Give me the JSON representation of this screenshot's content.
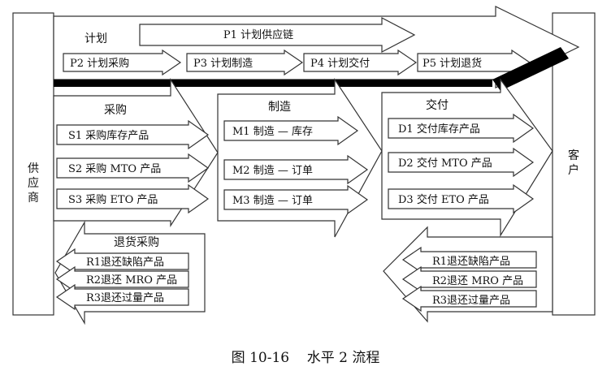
{
  "supplier": {
    "label": "供应商"
  },
  "customer": {
    "label": "客户"
  },
  "plan": {
    "title": "计划",
    "p1": "P1 计划供应链",
    "items": [
      "P2 计划采购",
      "P3 计划制造",
      "P4 计划交付",
      "P5 计划退货"
    ]
  },
  "source": {
    "title": "采购",
    "items": [
      "S1 采购库存产品",
      "S2 采购 MTO 产品",
      "S3 采购 ETO 产品"
    ]
  },
  "make": {
    "title": "制造",
    "items": [
      "M1 制造 — 库存",
      "M2 制造 — 订单",
      "M3 制造 — 订单"
    ]
  },
  "deliver": {
    "title": "交付",
    "items": [
      "D1 交付库存产品",
      "D2 交付 MTO 产品",
      "D3 交付 ETO 产品"
    ]
  },
  "return_source": {
    "title": "退货采购",
    "items": [
      "R1退还缺陷产品",
      "R2退还 MRO 产品",
      "R3退还过量产品"
    ]
  },
  "return_deliver": {
    "items": [
      "R1退还缺陷产品",
      "R2退还 MRO 产品",
      "R3退还过量产品"
    ]
  },
  "caption": "图 10-16    水平 2 流程"
}
